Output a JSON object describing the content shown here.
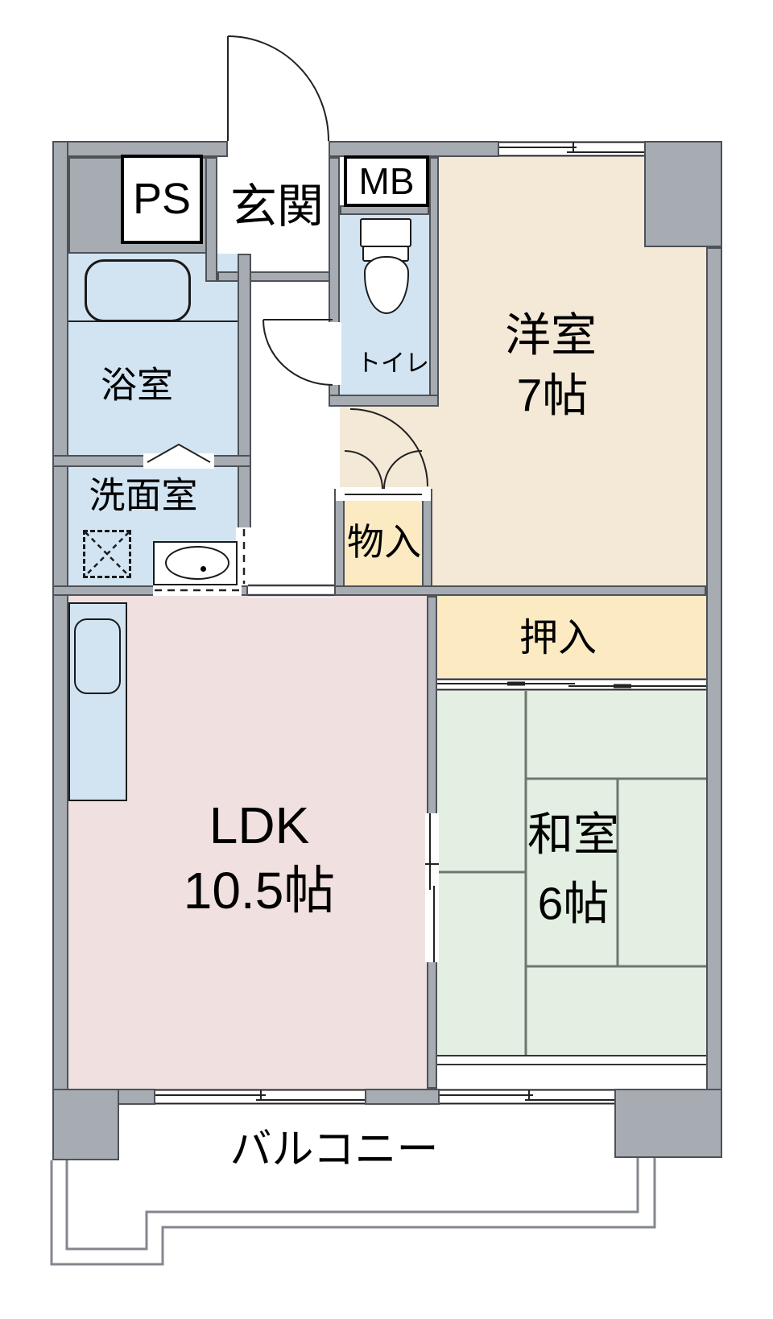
{
  "title": "マンション間取り図 2LDK",
  "labels": {
    "ps": "PS",
    "genkan": "玄関",
    "mb": "MB",
    "toilet": "トイレ",
    "western_room": "洋室",
    "western_size": "7帖",
    "bathroom": "浴室",
    "washroom": "洗面室",
    "storage": "物入",
    "closet": "押入",
    "ldk": "LDK",
    "ldk_size": "10.5帖",
    "japanese_room": "和室",
    "japanese_size": "6帖",
    "balcony": "バルコニー"
  },
  "colors": {
    "wall": "#a7acb3",
    "western_room": "#f3e9d6",
    "japanese_room": "#e3efe3",
    "ldk": "#f0e1e0",
    "water_rooms": "#d2e4f2",
    "storage_closet": "#fbeac2",
    "white": "#ffffff",
    "tatami_line": "#6f766f",
    "line": "#222222"
  }
}
